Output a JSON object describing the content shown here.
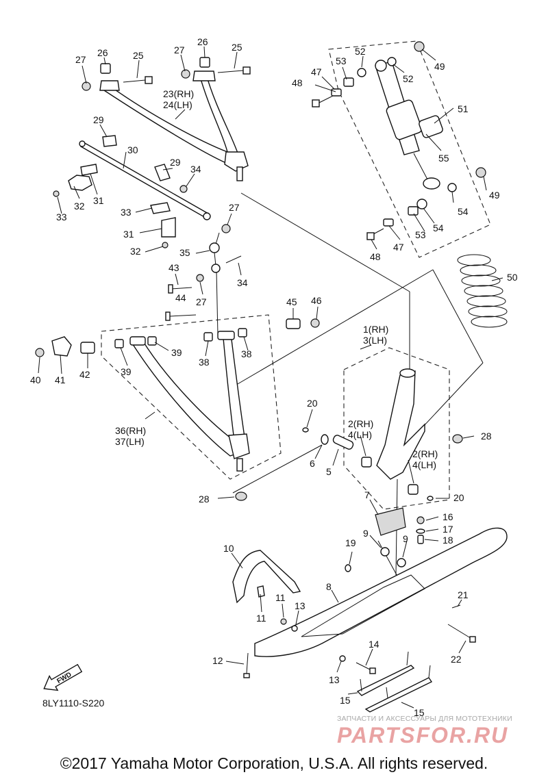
{
  "diagram": {
    "code": "8LY1110-S220",
    "fwd_label": "FWD",
    "copyright": "©2017 Yamaha Motor Corporation, U.S.A. All rights reserved.",
    "watermark": {
      "caption": "ЗАПЧАСТИ И АКСЕССУАРЫ ДЛЯ МОТОТЕХНИКИ",
      "logo": "PARTSFOR.RU"
    }
  },
  "callouts": [
    "27",
    "26",
    "25",
    "27",
    "26",
    "25",
    "23(RH)",
    "24(LH)",
    "29",
    "30",
    "29",
    "34",
    "32",
    "31",
    "33",
    "31",
    "32",
    "33",
    "27",
    "35",
    "34",
    "43",
    "44",
    "27",
    "45",
    "46",
    "40",
    "41",
    "42",
    "39",
    "39",
    "38",
    "38",
    "36(RH)",
    "37(LH)",
    "28",
    "48",
    "47",
    "53",
    "52",
    "52",
    "49",
    "51",
    "55",
    "49",
    "54",
    "54",
    "53",
    "47",
    "48",
    "50",
    "1(RH)",
    "3(LH)",
    "20",
    "2(RH)",
    "4(LH)",
    "28",
    "6",
    "5",
    "2(RH)",
    "4(LH)",
    "20",
    "7",
    "16",
    "17",
    "18",
    "9",
    "9",
    "19",
    "10",
    "8",
    "11",
    "11",
    "13",
    "21",
    "22",
    "12",
    "13",
    "14",
    "15",
    "15"
  ]
}
